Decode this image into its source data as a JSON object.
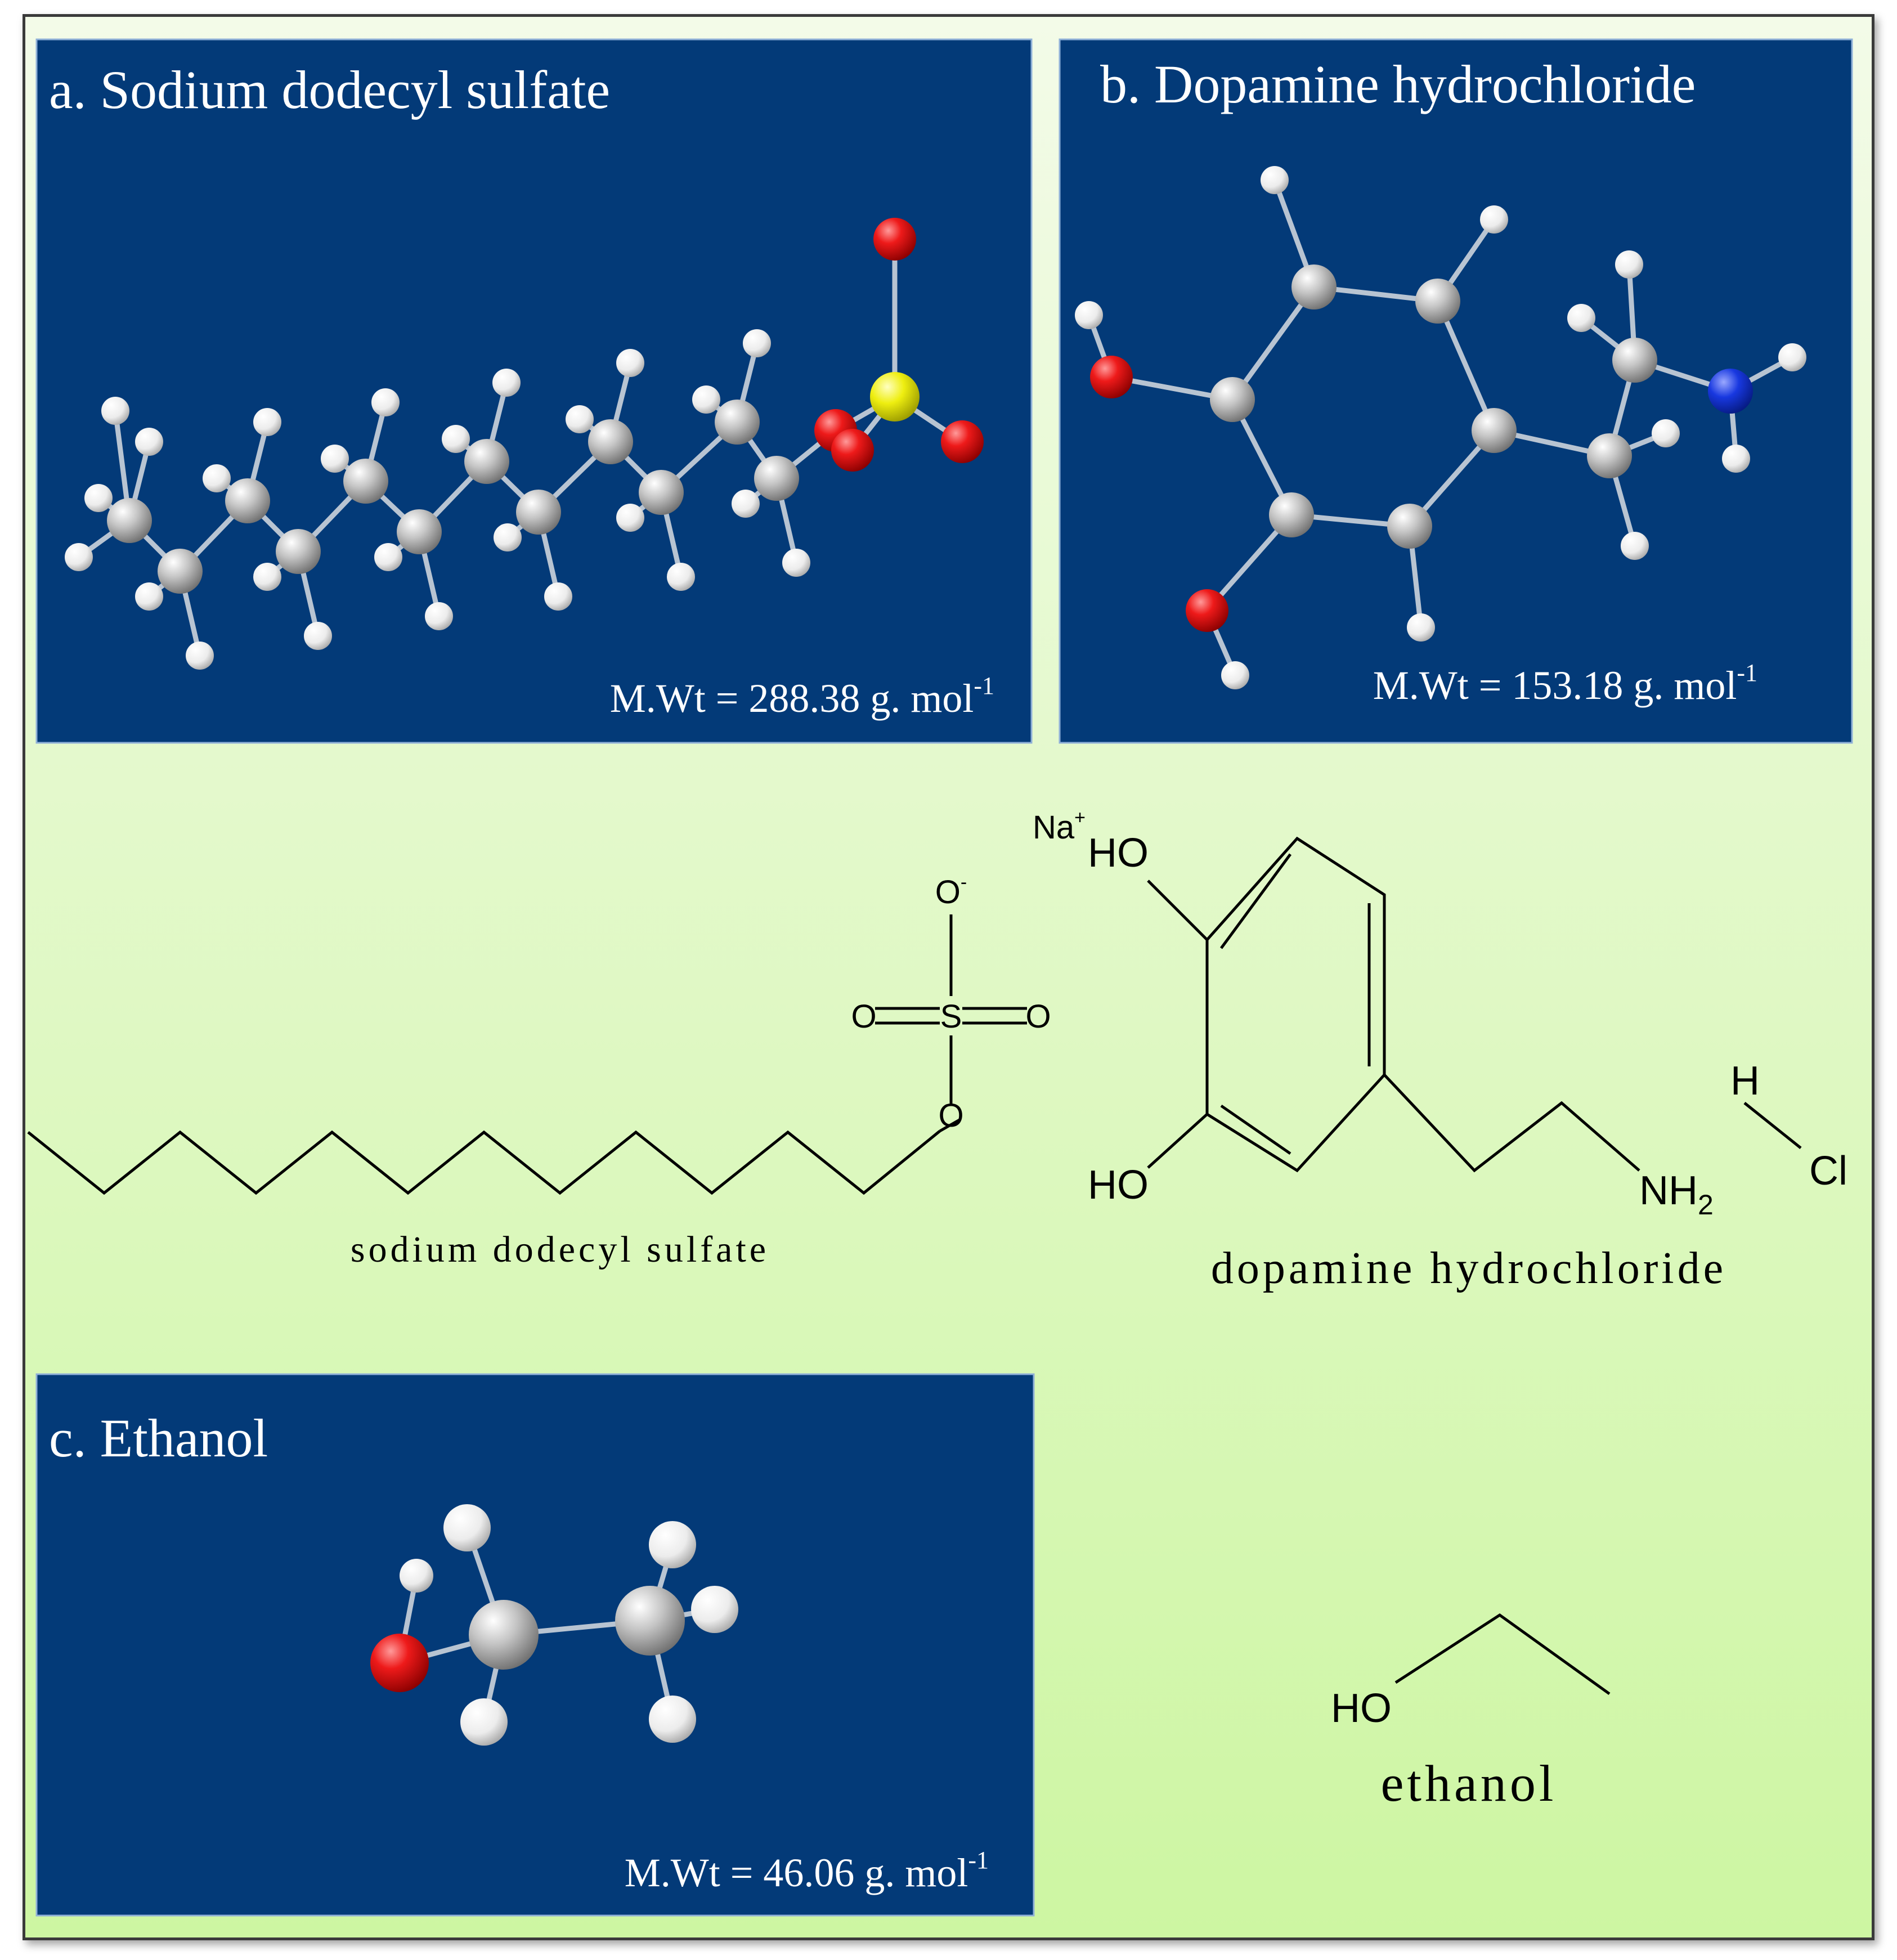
{
  "colors": {
    "panel_bg": "#033a78",
    "background_top": "#f3fbe8",
    "background_bottom": "#cdf6a2",
    "carbon": "#b9b9b9",
    "hydrogen": "#f4f4f4",
    "oxygen": "#e01212",
    "sulfur": "#e8e800",
    "nitrogen": "#1236d8",
    "bond": "#000000"
  },
  "panels": [
    {
      "title": "a. Sodium dodecyl sulfate",
      "mw_prefix": "M.Wt = 288.38 g. mol",
      "mw_sup": "-1"
    },
    {
      "title": "b. Dopamine hydrochloride",
      "mw_prefix": "M.Wt = 153.18 g. mol",
      "mw_sup": "-1"
    },
    {
      "title": "c. Ethanol",
      "mw_prefix": "M.Wt = 46.06 g. mol",
      "mw_sup": "-1"
    }
  ],
  "structures": {
    "sds": {
      "name": "sodium dodecyl sulfate",
      "atoms": {
        "o_minus": "O",
        "o_minus_charge": "-",
        "o_left": "O",
        "s": "S",
        "o_right": "O",
        "o_link": "O",
        "na": "Na",
        "na_charge": "+"
      }
    },
    "dopamine": {
      "name": "dopamine hydrochloride",
      "atoms": {
        "ho_top": "HO",
        "ho_bottom": "HO",
        "nh2": "NH",
        "nh2_sub": "2",
        "h": "H",
        "cl": "Cl"
      }
    },
    "ethanol": {
      "name": "ethanol",
      "atoms": {
        "ho": "HO"
      }
    }
  }
}
